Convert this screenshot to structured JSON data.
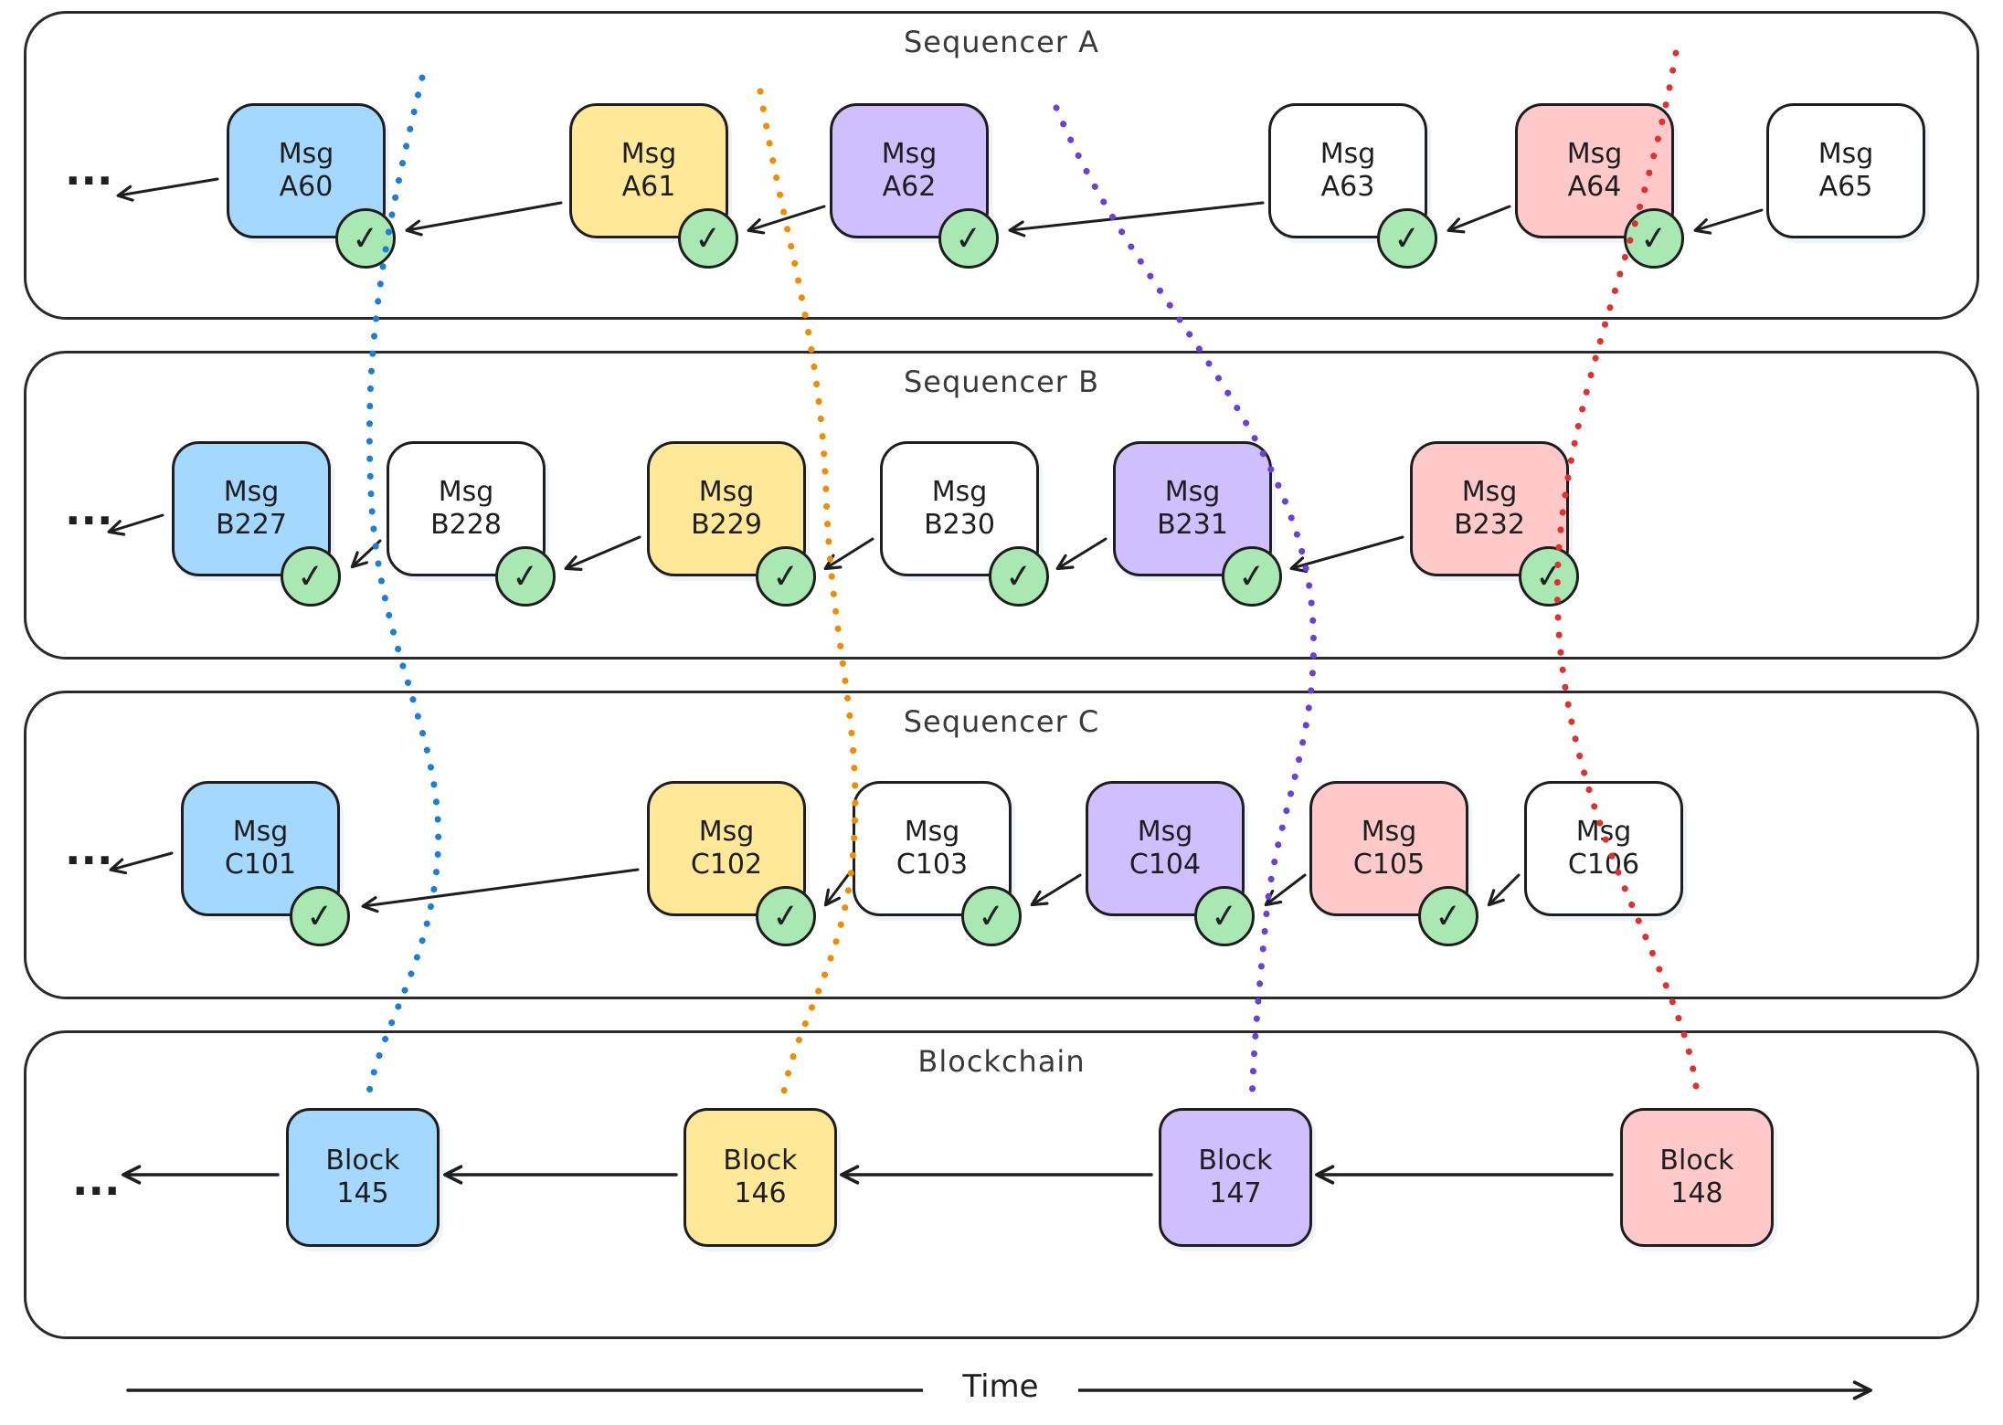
{
  "lanes": [
    {
      "title": "Sequencer A",
      "ellipsis": "...",
      "messages": [
        {
          "line1": "Msg",
          "line2": "A60",
          "color": "blue",
          "checked": true
        },
        {
          "line1": "Msg",
          "line2": "A61",
          "color": "yellow",
          "checked": true
        },
        {
          "line1": "Msg",
          "line2": "A62",
          "color": "purple",
          "checked": true
        },
        {
          "line1": "Msg",
          "line2": "A63",
          "color": "white",
          "checked": true
        },
        {
          "line1": "Msg",
          "line2": "A64",
          "color": "pink",
          "checked": true
        },
        {
          "line1": "Msg",
          "line2": "A65",
          "color": "white",
          "checked": false
        }
      ]
    },
    {
      "title": "Sequencer B",
      "ellipsis": "...",
      "messages": [
        {
          "line1": "Msg",
          "line2": "B227",
          "color": "blue",
          "checked": true
        },
        {
          "line1": "Msg",
          "line2": "B228",
          "color": "white",
          "checked": true
        },
        {
          "line1": "Msg",
          "line2": "B229",
          "color": "yellow",
          "checked": true
        },
        {
          "line1": "Msg",
          "line2": "B230",
          "color": "white",
          "checked": true
        },
        {
          "line1": "Msg",
          "line2": "B231",
          "color": "purple",
          "checked": true
        },
        {
          "line1": "Msg",
          "line2": "B232",
          "color": "pink",
          "checked": true
        }
      ]
    },
    {
      "title": "Sequencer C",
      "ellipsis": "...",
      "messages": [
        {
          "line1": "Msg",
          "line2": "C101",
          "color": "blue",
          "checked": true
        },
        {
          "line1": "Msg",
          "line2": "C102",
          "color": "yellow",
          "checked": true
        },
        {
          "line1": "Msg",
          "line2": "C103",
          "color": "white",
          "checked": true
        },
        {
          "line1": "Msg",
          "line2": "C104",
          "color": "purple",
          "checked": true
        },
        {
          "line1": "Msg",
          "line2": "C105",
          "color": "pink",
          "checked": true
        },
        {
          "line1": "Msg",
          "line2": "C106",
          "color": "white",
          "checked": false
        }
      ]
    }
  ],
  "blockchain": {
    "title": "Blockchain",
    "ellipsis": "...",
    "blocks": [
      {
        "line1": "Block",
        "line2": "145",
        "color": "blue"
      },
      {
        "line1": "Block",
        "line2": "146",
        "color": "yellow"
      },
      {
        "line1": "Block",
        "line2": "147",
        "color": "purple"
      },
      {
        "line1": "Block",
        "line2": "148",
        "color": "pink"
      }
    ]
  },
  "timeline": {
    "label": "Time"
  },
  "icons": {
    "check": "✓"
  },
  "colors": {
    "blue": "#a5d8ff",
    "yellow": "#ffe999",
    "purple": "#d0bfff",
    "pink": "#ffc9c9",
    "white": "#ffffff",
    "check_fill": "#a9e8b2",
    "stroke": "#1e1e1e",
    "link_blue": "#1c7ed6",
    "link_orange": "#f08c00",
    "link_purple": "#6741d9",
    "link_red": "#e03131"
  }
}
